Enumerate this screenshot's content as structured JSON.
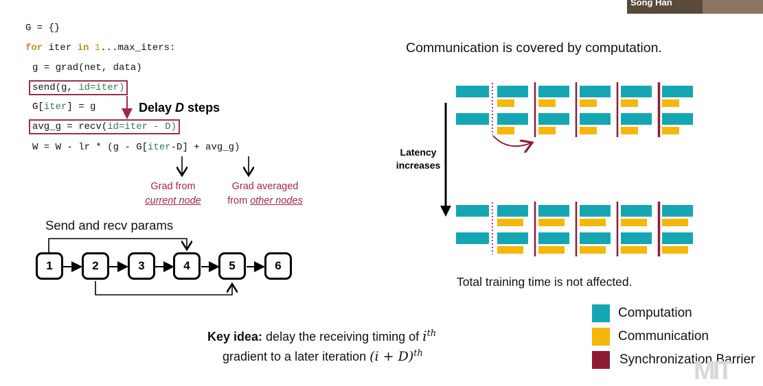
{
  "code": {
    "line1": "G = {}",
    "line2_for": "for",
    "line2_iter": " iter ",
    "line2_in": "in",
    "line2_num": " 1",
    "line2_rest": "...max_iters:",
    "line3": "g = grad(net, data)",
    "line4_a": "send(g, ",
    "line4_b": "id=iter)",
    "line5_a": "G[",
    "line5_b": "iter",
    "line5_c": "] = g",
    "line6_a": "avg_g = recv(",
    "line6_b": "id=iter - D)",
    "line7_a": "W = W - lr * (g - G[",
    "line7_b": "iter",
    "line7_c": "-D] + avg_g)"
  },
  "delay_label_a": "Delay ",
  "delay_label_b": "D",
  "delay_label_c": " steps",
  "annotations": {
    "grad_from": "Grad from",
    "current_node": "current node",
    "grad_averaged": "Grad averaged",
    "from": "from ",
    "other_nodes": "other nodes"
  },
  "send_recv_title": "Send and recv params",
  "nodes": [
    "1",
    "2",
    "3",
    "4",
    "5",
    "6"
  ],
  "right_title": "Communication is covered by computation.",
  "latency_label_1": "Latency",
  "latency_label_2": "increases",
  "total_time": "Total training time is not affected.",
  "legend": [
    {
      "label": "Computation",
      "color": "#14a7b3"
    },
    {
      "label": "Communication",
      "color": "#f5b70a"
    },
    {
      "label": "Synchronization Barrier",
      "color": "#8d1c33"
    }
  ],
  "key_idea": {
    "bold": "Key idea:",
    "line1": " delay the receiving timing of ",
    "math1": "i",
    "sup1": "th",
    "line2": "gradient to a later iteration ",
    "math2": "(i + D)",
    "sup2": "th"
  },
  "video_name": "Song Han",
  "watermark": "MIT",
  "colors": {
    "computation": "#14a7b3",
    "communication": "#f5b70a",
    "barrier": "#8d1c33",
    "annotation": "#a0284a"
  }
}
